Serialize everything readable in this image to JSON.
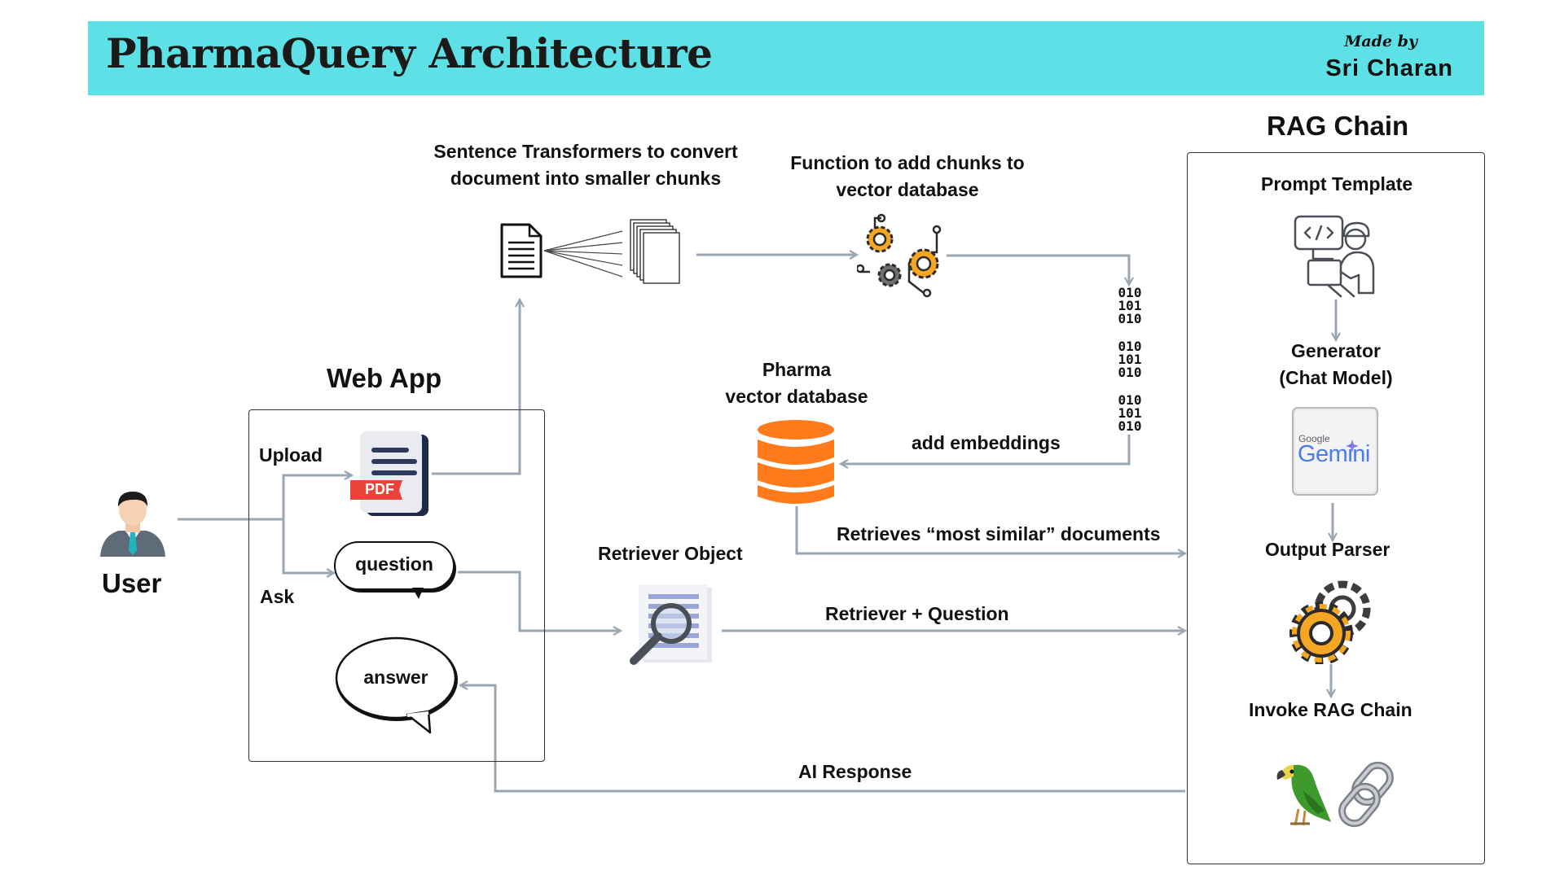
{
  "header": {
    "title": "PharmaQuery Architecture",
    "made_by": "Made by",
    "author": "Sri Charan",
    "bg_color": "#5de1e6"
  },
  "user": {
    "label": "User"
  },
  "web_app": {
    "title": "Web App",
    "upload_label": "Upload",
    "ask_label": "Ask",
    "pdf_badge": "PDF",
    "question_bubble": "question",
    "answer_bubble": "answer"
  },
  "pipeline": {
    "sentence_transformers": "Sentence Transformers to convert\ndocument into smaller chunks",
    "add_chunks_function": "Function to add chunks to\nvector database",
    "vector_db": "Pharma\nvector database",
    "add_embeddings": "add embeddings",
    "retrieves_docs": "Retrieves “most similar” documents",
    "retriever_object": "Retriever Object",
    "retriever_question": "Retriever + Question",
    "ai_response": "AI Response",
    "binary_rows": [
      "010",
      "101",
      "010"
    ]
  },
  "rag_chain": {
    "title": "RAG Chain",
    "prompt_template": "Prompt Template",
    "generator": "Generator\n(Chat Model)",
    "gemini_small": "Google",
    "gemini_big": "Gemini",
    "output_parser": "Output Parser",
    "invoke": "Invoke RAG Chain"
  },
  "colors": {
    "arrow": "#9aa6b1",
    "db_orange": "#ff7a1a",
    "gear_orange": "#f5a623",
    "doc_blue": "#2e3a5c",
    "pdf_red": "#e8443a"
  },
  "icons": [
    "user-avatar-icon",
    "pdf-icon",
    "document-icon",
    "chunks-icon",
    "gears-icon",
    "binary-data-icon",
    "database-icon",
    "search-document-icon",
    "prompt-template-icon",
    "gemini-logo-icon",
    "gear-output-icon",
    "parrot-icon",
    "chain-link-icon"
  ]
}
